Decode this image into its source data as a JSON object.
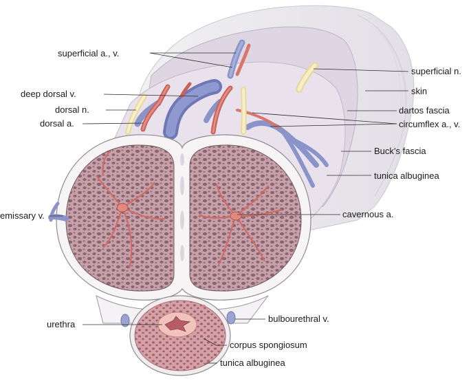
{
  "diagram": {
    "labels": {
      "superficial_av": "superficial a., v.",
      "superficial_n": "superficial n.",
      "skin": "skin",
      "deep_dorsal_v": "deep dorsal v.",
      "dartos_fascia": "dartos fascia",
      "dorsal_n": "dorsal n.",
      "dorsal_a": "dorsal a.",
      "circumflex_av": "circumflex a., v.",
      "bucks_fascia": "Buck’s fascia",
      "tunica_albuginea_upper": "tunica albuginea",
      "emissary_v": "emissary v.",
      "cavernous_a": "cavernous a.",
      "urethra": "urethra",
      "bulbourethral_v": "bulbourethral v.",
      "corpus_spongiosum": "corpus spongiosum",
      "tunica_albuginea_lower": "tunica albuginea"
    },
    "colors": {
      "skin": "#f2f1f3",
      "dartos": "#ddd4e2",
      "bucks": "#e7dfea",
      "tissue": "#c9a4ad",
      "septa": "#7d5a66",
      "artery": "#d8766d",
      "vein": "#8a94c8",
      "nerve": "#eee2a8",
      "urethra": "#e9b6b0"
    }
  }
}
